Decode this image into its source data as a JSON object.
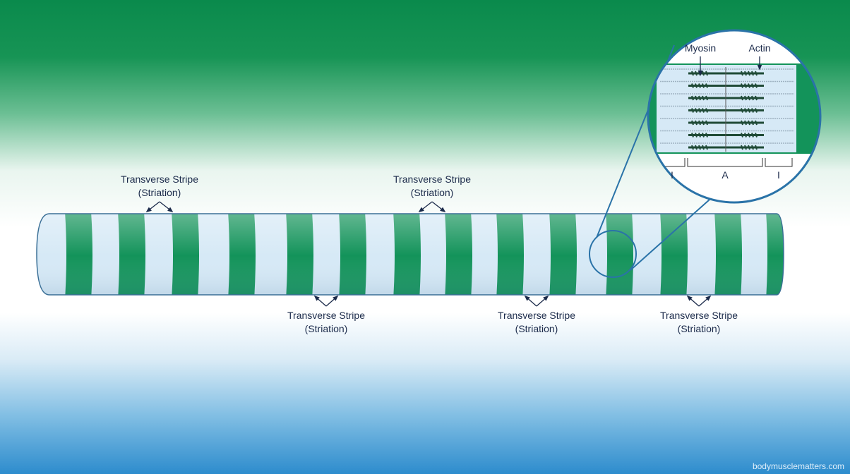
{
  "labels": {
    "stripe_top": [
      {
        "line1": "Transverse Stripe",
        "line2": "(Striation)"
      },
      {
        "line1": "Transverse Stripe",
        "line2": "(Striation)"
      }
    ],
    "stripe_bottom": [
      {
        "line1": "Transverse Stripe",
        "line2": "(Striation)"
      },
      {
        "line1": "Transverse Stripe",
        "line2": "(Striation)"
      },
      {
        "line1": "Transverse Stripe",
        "line2": "(Striation)"
      }
    ]
  },
  "magnified": {
    "myosin": "Myosin",
    "actin": "Actin",
    "band_i": "I",
    "band_a": "A",
    "band_i2": "I"
  },
  "watermark": "bodymusclematters.com",
  "colors": {
    "dark_band": "#13935a",
    "light_band": "#d6e9f6",
    "outline": "#3a6f96",
    "filament": "#1f4a36"
  }
}
